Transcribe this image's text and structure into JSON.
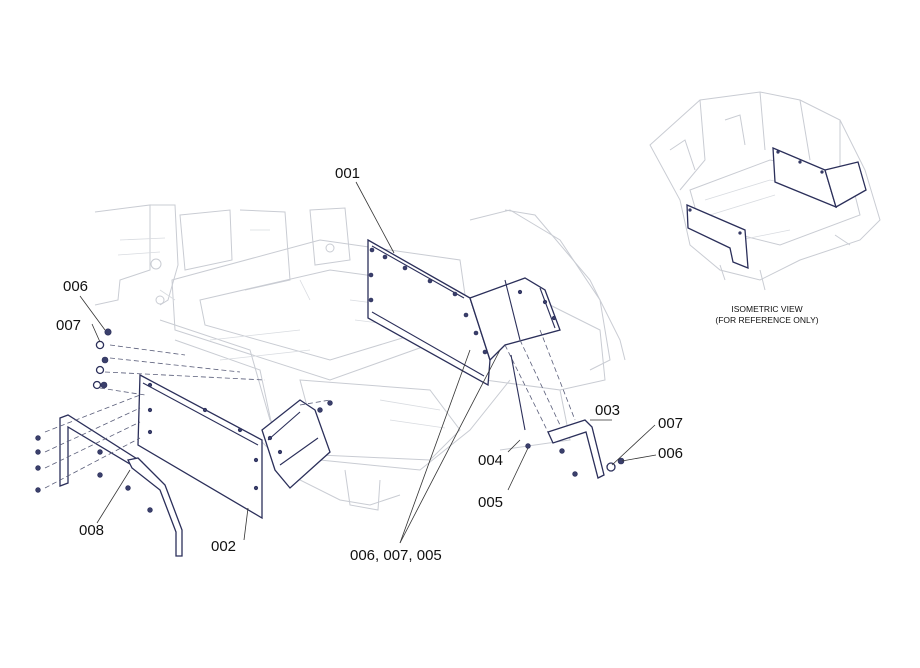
{
  "labels": {
    "p001": "001",
    "p002": "002",
    "p003": "003",
    "p004": "004",
    "p005": "005",
    "p006_left": "006",
    "p007_left": "007",
    "p006_right": "006",
    "p007_right": "007",
    "p008": "008",
    "p006_007_005": "006, 007, 005"
  },
  "iso_note": {
    "line1": "ISOMETRIC VIEW",
    "line2": "(FOR REFERENCE ONLY)"
  },
  "colors": {
    "part_outline": "#2b2f5a",
    "ghost_outline": "#c9ccd3",
    "text": "#111111"
  }
}
